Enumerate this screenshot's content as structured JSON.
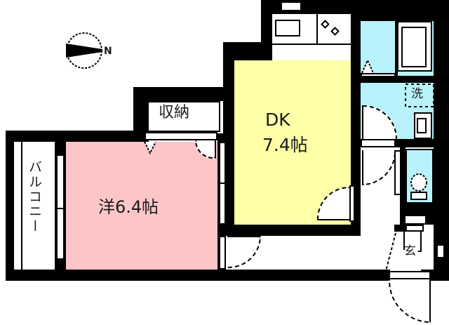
{
  "floor_plan": {
    "compass": {
      "label": "N",
      "icon": "compass-icon",
      "direction": "east"
    },
    "rooms": [
      {
        "id": "western-room",
        "name": "洋",
        "size": "6.4",
        "unit": "帖",
        "label": "洋6.4帖",
        "color": "#fcc6c8"
      },
      {
        "id": "dining-kitchen",
        "name": "DK",
        "size": "7.4",
        "unit": "帖",
        "label_line1": "DK",
        "label_line2": "7.4帖",
        "color": "#ffffa8"
      },
      {
        "id": "storage",
        "label": "収納"
      },
      {
        "id": "balcony",
        "label": "バルコニー"
      },
      {
        "id": "washroom",
        "label": "洗",
        "color": "#b8f2fb"
      },
      {
        "id": "bathroom",
        "color": "#b8f2fb"
      },
      {
        "id": "toilet",
        "color": "#b8f2fb"
      },
      {
        "id": "entrance",
        "label": "玄"
      }
    ],
    "fixtures": [
      "kitchen-sink",
      "stove-burners",
      "bathtub",
      "washing-machine-space",
      "toilet-bowl",
      "shoe-cabinet"
    ]
  }
}
